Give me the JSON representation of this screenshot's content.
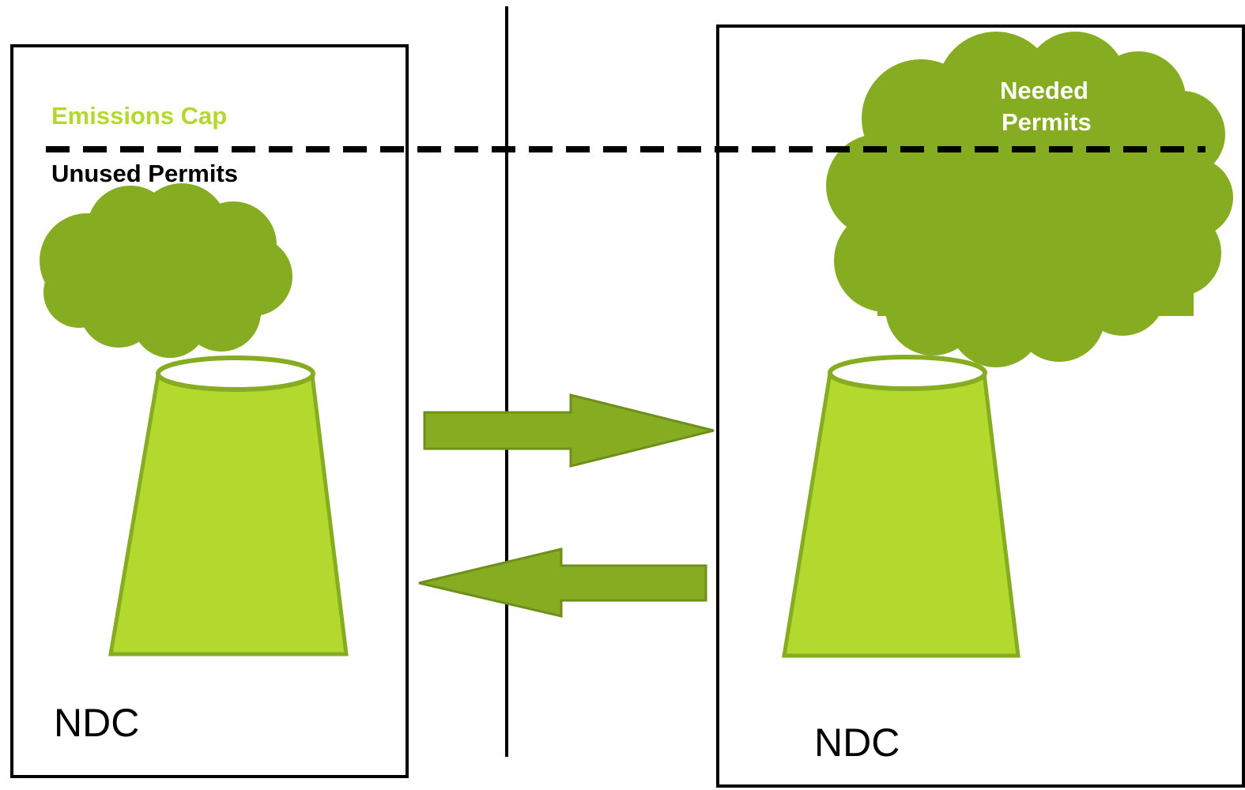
{
  "labels": {
    "emissions_cap": "Emissions Cap",
    "unused_permits": "Unused Permits",
    "needed_permits_line1": "Needed",
    "needed_permits_line2": "Permits",
    "left_ndc": "NDC",
    "right_ndc": "NDC"
  },
  "colors": {
    "stack_fill": "#b3d92e",
    "stack_stroke": "#86ad22",
    "cloud_fill": "#86ad22",
    "arrow_fill": "#86ad22",
    "arrow_stroke": "#6f8f1b",
    "cap_label": "#b3d92e",
    "box_stroke": "#000000",
    "cap_line": "#000000",
    "text_black": "#000000",
    "text_white": "#ffffff"
  }
}
